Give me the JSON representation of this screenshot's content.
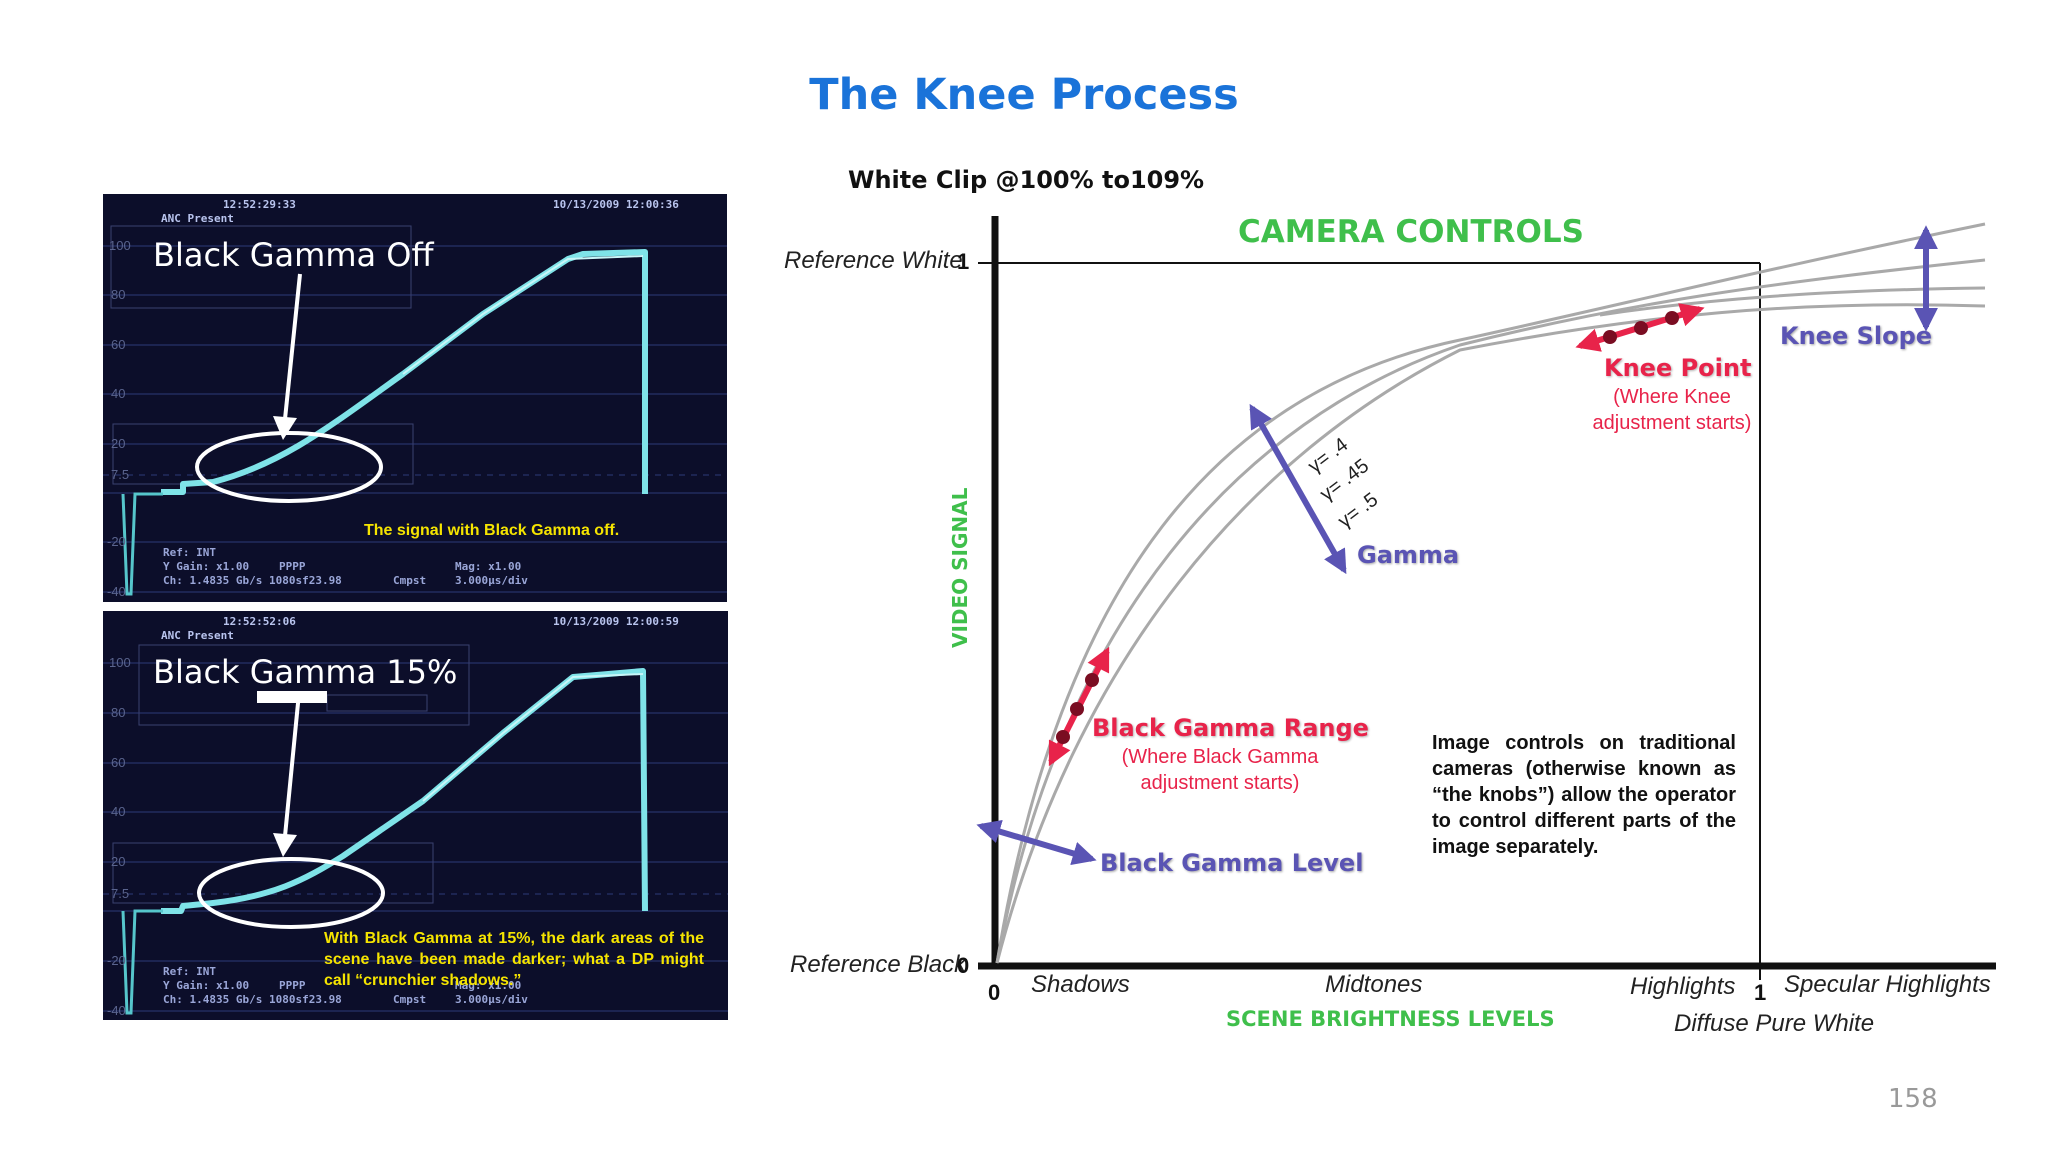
{
  "slide": {
    "title": "The Knee Process",
    "subtitle": "White Clip @100% to109%",
    "page_number": "158"
  },
  "scope_top": {
    "timecode": "12:52:29:33",
    "date": "10/13/2009 12:00:36",
    "anc": "ANC Present",
    "overlay_title": "Black Gamma Off",
    "caption": "The signal with Black Gamma off.",
    "scale": [
      "100",
      "80",
      "60",
      "40",
      "20",
      "7.5",
      "-20",
      "-40"
    ],
    "footer": {
      "ref": "Ref: INT",
      "gain": "Y Gain: x1.00",
      "pppp": "PPPP",
      "sig": "Ch: 1.4835 Gb/s 1080sf23.98",
      "mode": "Cmpst",
      "mag": "Mag: x1.00",
      "sweep": "3.000µs/div"
    }
  },
  "scope_bottom": {
    "timecode": "12:52:52:06",
    "date": "10/13/2009 12:00:59",
    "anc": "ANC Present",
    "overlay_title": "Black Gamma 15%",
    "caption": "With Black Gamma at 15%, the dark areas of the scene have been made darker; what a DP might call “crunchier shadows.”",
    "scale": [
      "100",
      "80",
      "60",
      "40",
      "20",
      "7.5",
      "-20",
      "-40"
    ],
    "footer": {
      "ref": "Ref: INT",
      "gain": "Y Gain: x1.00",
      "pppp": "PPPP",
      "sig": "Ch: 1.4835 Gb/s 1080sf23.98",
      "mode": "Cmpst",
      "mag": "Mag: x1.00",
      "sweep": "3.000µs/div"
    }
  },
  "camera_controls": {
    "title": "CAMERA CONTROLS",
    "y_axis_label": "VIDEO SIGNAL",
    "x_axis_label": "SCENE BRIGHTNESS LEVELS",
    "reference_white": "Reference White",
    "reference_white_value": "1",
    "reference_black": "Reference Black",
    "reference_black_value": "0",
    "x_origin": "0",
    "x_one": "1",
    "x_ticks": [
      "Shadows",
      "Midtones",
      "Highlights",
      "Specular Highlights"
    ],
    "diffuse_white": "Diffuse Pure White",
    "gamma_values": [
      "γ= .4",
      "γ= .45",
      "γ= .5"
    ],
    "gamma_label": "Gamma",
    "knee_slope": "Knee Slope",
    "knee_point": "Knee Point",
    "knee_point_sub": [
      "(Where Knee",
      "adjustment starts)"
    ],
    "black_gamma_range": "Black Gamma Range",
    "black_gamma_range_sub": [
      "(Where Black Gamma",
      "adjustment starts)"
    ],
    "black_gamma_level": "Black Gamma Level",
    "description": "Image controls on traditional cameras (otherwise known as “the knobs”) allow the operator to control different parts of the image separately.",
    "colors": {
      "green": "#3fbf4b",
      "purple": "#5a54b4",
      "red": "#e8234a",
      "curve": "#a9a9a9"
    }
  }
}
